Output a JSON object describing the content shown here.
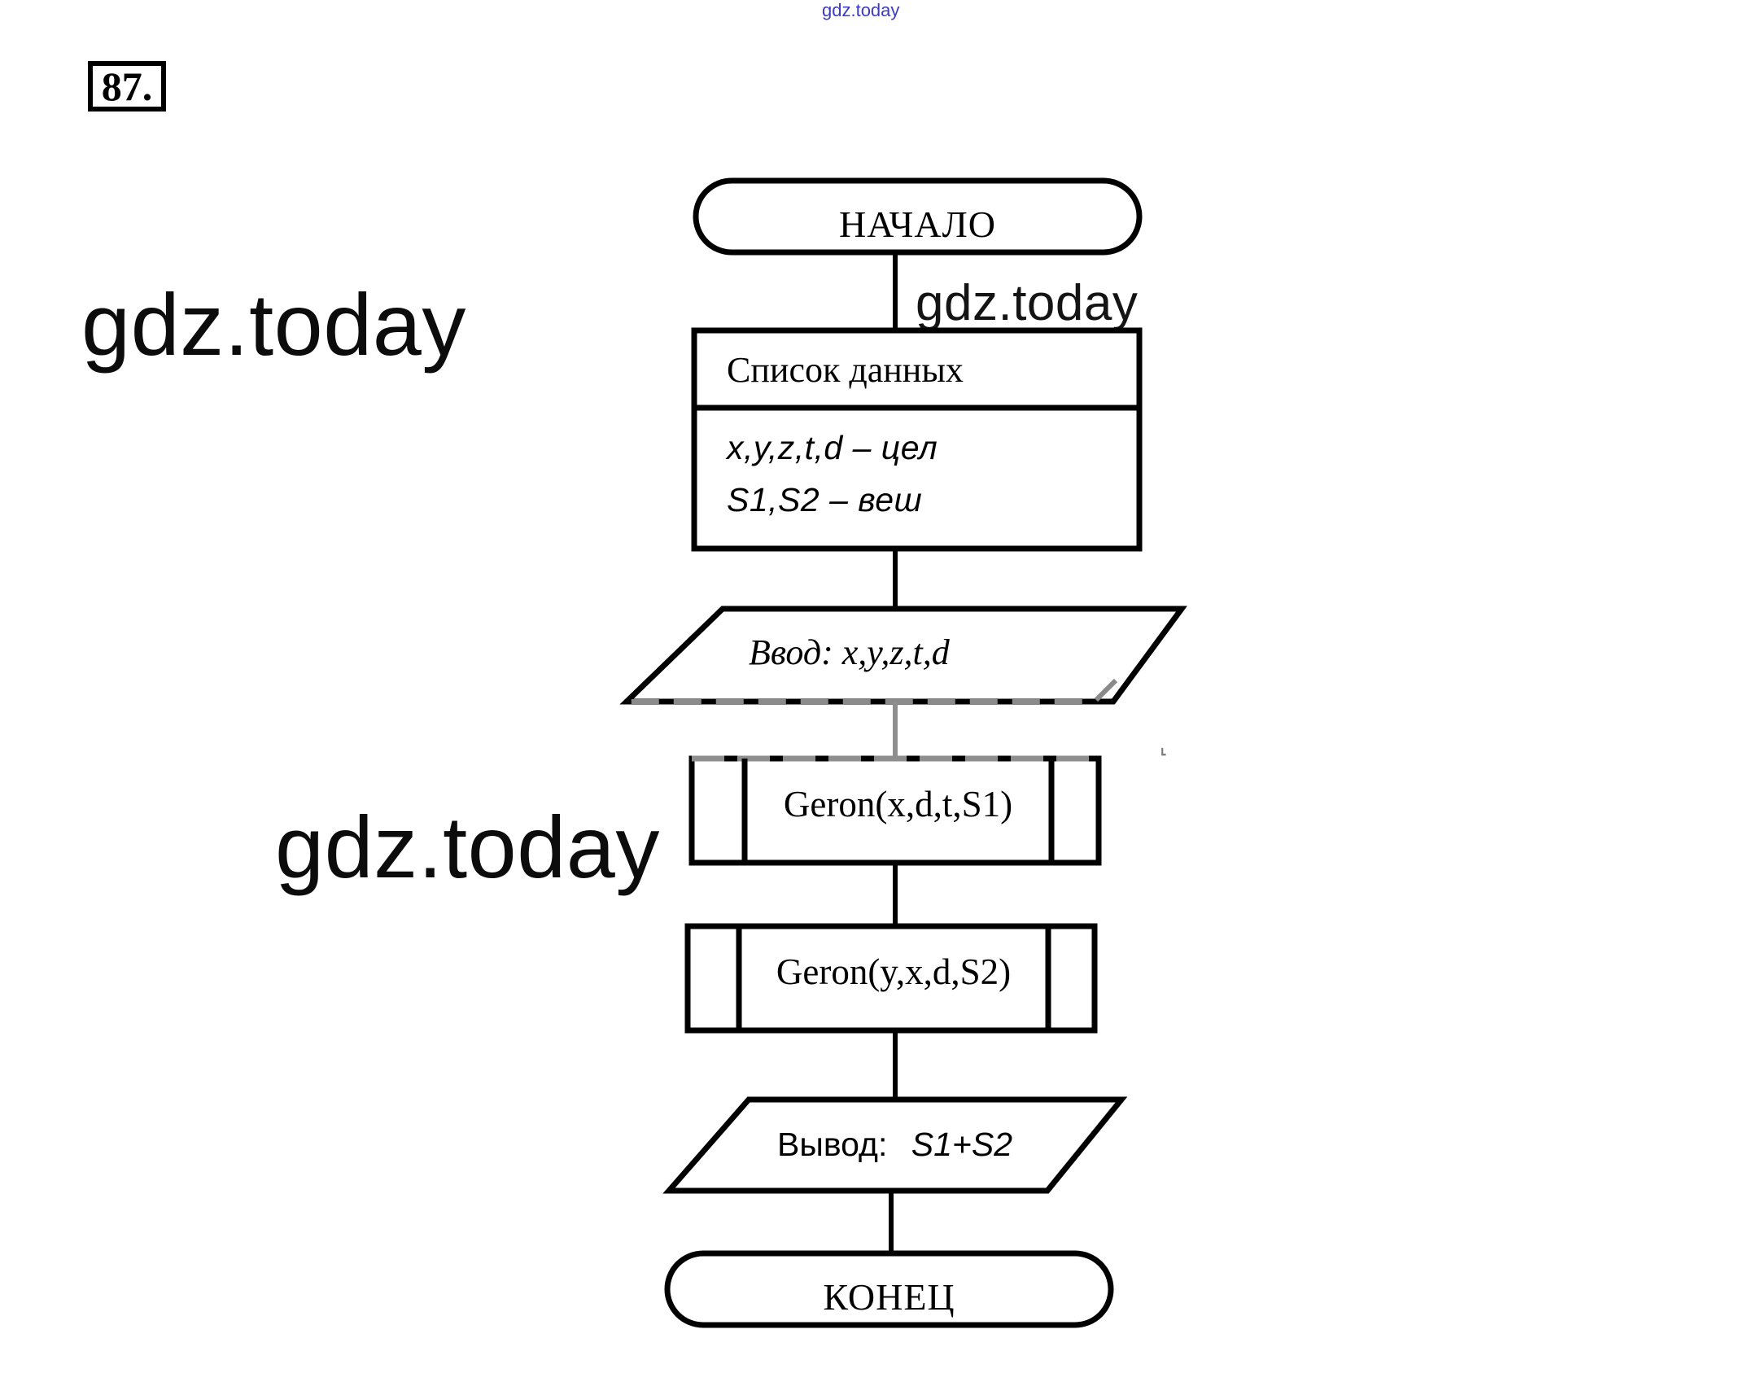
{
  "page": {
    "task_number": "87.",
    "background_color": "#ffffff",
    "ink_color": "#000000"
  },
  "watermarks": [
    {
      "text": "gdz.today",
      "placement": "top-center",
      "color": "#3b3bc8",
      "size": "small"
    },
    {
      "text": "gdz.today",
      "placement": "upper-left",
      "color": "#0c0c0c",
      "size": "large"
    },
    {
      "text": "gdz.today",
      "placement": "right-of-start-connector",
      "color": "#141414",
      "size": "medium"
    },
    {
      "text": "gdz.today",
      "placement": "middle-left",
      "color": "#0c0c0c",
      "size": "large"
    }
  ],
  "flowchart": {
    "title": "",
    "nodes": [
      {
        "id": "start",
        "type": "terminator",
        "label": "НАЧАЛО"
      },
      {
        "id": "data-list",
        "type": "data-declaration",
        "header": "Список данных",
        "lines": [
          "x,y,z,t,d – цел",
          "S1,S2  – веш"
        ]
      },
      {
        "id": "input",
        "type": "input-output",
        "label": "Ввод: x,y,z,t,d"
      },
      {
        "id": "call-1",
        "type": "predefined-process",
        "label": "Geron(x,d,t,S1)"
      },
      {
        "id": "call-2",
        "type": "predefined-process",
        "label": "Geron(y,x,d,S2)"
      },
      {
        "id": "output",
        "type": "input-output",
        "label_static": "Вывод:",
        "label_value": "S1+S2"
      },
      {
        "id": "end",
        "type": "terminator",
        "label": "КОНЕЦ"
      }
    ],
    "edges": [
      {
        "from": "start",
        "to": "data-list"
      },
      {
        "from": "data-list",
        "to": "input"
      },
      {
        "from": "input",
        "to": "call-1"
      },
      {
        "from": "call-1",
        "to": "call-2"
      },
      {
        "from": "call-2",
        "to": "output"
      },
      {
        "from": "output",
        "to": "end"
      }
    ]
  }
}
